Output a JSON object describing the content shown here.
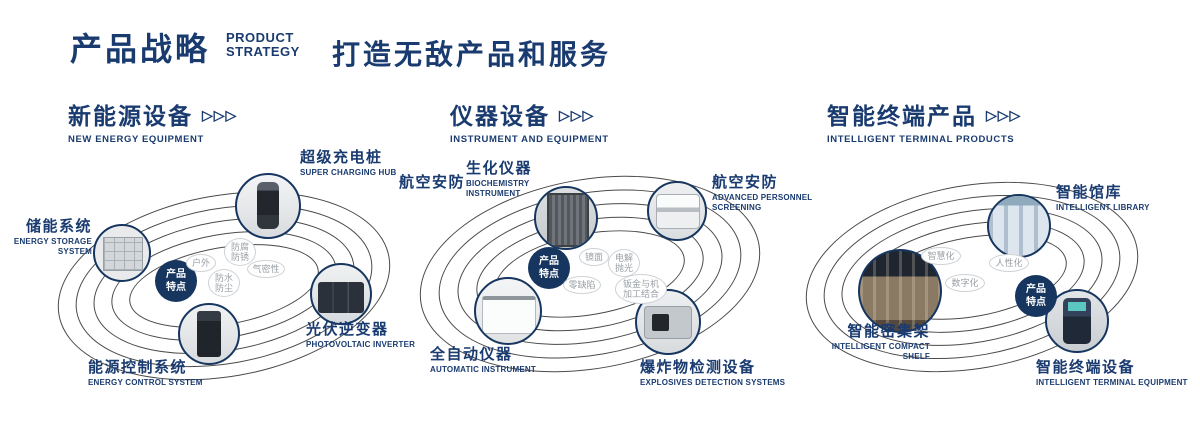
{
  "header": {
    "title": "产品战略",
    "subtitle": [
      "PRODUCT",
      "STRATEGY"
    ],
    "tagline": "打造无敌产品和服务"
  },
  "icons": {
    "triple_arrow": "▷▷▷"
  },
  "badge": {
    "text": "产品特点"
  },
  "sections": [
    {
      "title": "新能源设备",
      "subtitle": "NEW ENERGY EQUIPMENT",
      "items": [
        {
          "label": "储能系统",
          "en": "ENERGY STORAGE SYSTEM"
        },
        {
          "label": "超级充电桩",
          "en": "SUPER CHARGING HUB"
        },
        {
          "label": "光伏逆变器",
          "en": "PHOTOVOLTAIC INVERTER"
        },
        {
          "label": "能源控制系统",
          "en": "ENERGY CONTROL SYSTEM"
        }
      ],
      "features": [
        "户外",
        "防腐防锈",
        "气密性",
        "防水防尘"
      ]
    },
    {
      "title": "仪器设备",
      "subtitle": "INSTRUMENT AND EQUIPMENT",
      "extra_label": "航空安防",
      "items": [
        {
          "label": "生化仪器",
          "en": "BIOCHEMISTRY INSTRUMENT"
        },
        {
          "label": "航空安防",
          "en": "ADVANCED PERSONNEL SCREENING"
        },
        {
          "label": "全自动仪器",
          "en": "AUTOMATIC INSTRUMENT"
        },
        {
          "label": "爆炸物检测设备",
          "en": "EXPLOSIVES DETECTION SYSTEMS"
        }
      ],
      "features": [
        "镜面",
        "电解抛光",
        "零缺陷",
        "钣金与机加工结合"
      ]
    },
    {
      "title": "智能终端产品",
      "subtitle": "INTELLIGENT TERMINAL PRODUCTS",
      "items": [
        {
          "label": "智能馆库",
          "en": "INTELLIGENT LIBRARY"
        },
        {
          "label": "智能密集架",
          "en": "INTELLIGENT COMPACT SHELF"
        },
        {
          "label": "智能终端设备",
          "en": "INTELLIGENT TERMINAL EQUIPMENT"
        }
      ],
      "features": [
        "智慧化",
        "人性化",
        "数字化"
      ]
    }
  ],
  "colors": {
    "navy": "#1a3b70",
    "orbit_line": "#4a4a4a",
    "bubble_border": "#cfd2d5",
    "bubble_text": "#9aa0a5"
  }
}
